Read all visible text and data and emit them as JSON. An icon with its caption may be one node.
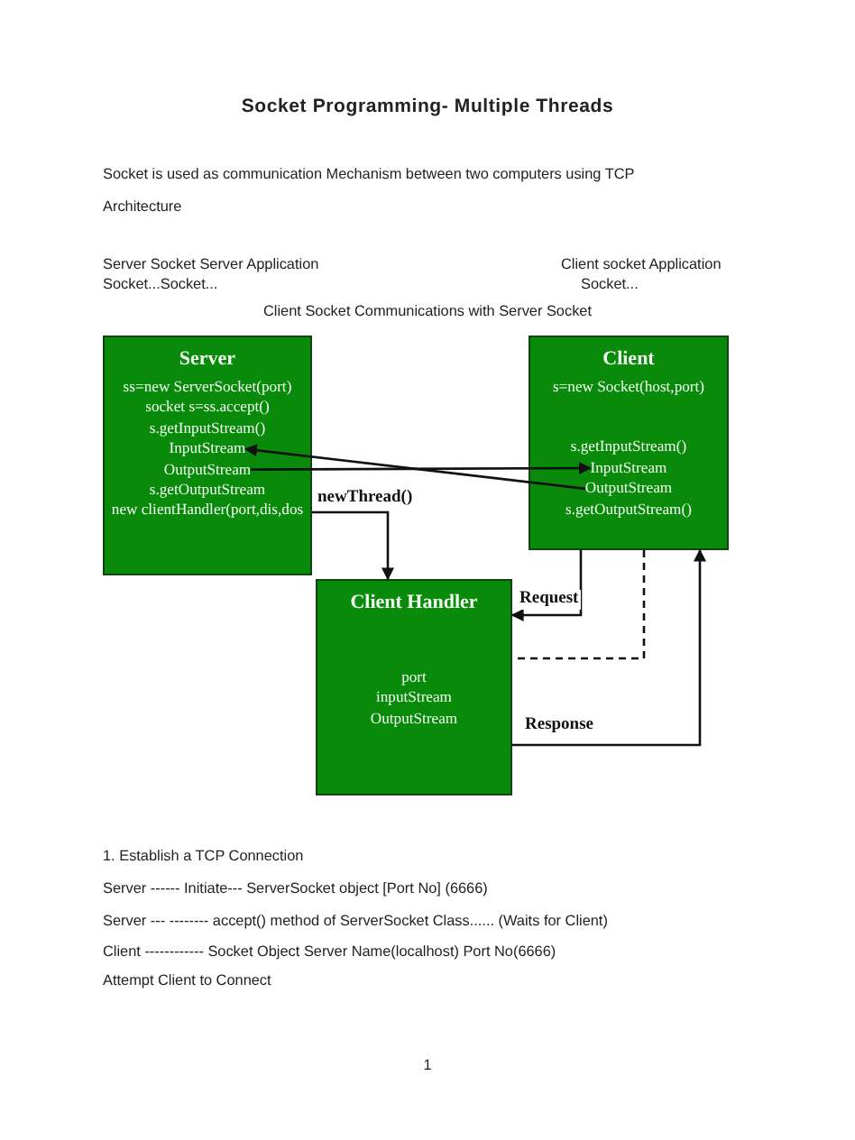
{
  "diagram": {
    "title": "Socket Programming- Multiple Threads",
    "nodes": [
      {
        "text": [
          "Server",
          "ss=new ServerSocket(port)",
          "socket s=ss.accept()",
          "s.getInputStream()",
          "s.getOutputStream",
          "new clientHandler(port,dis,dos"
        ]
      },
      {
        "text": [
          "InputStream"
        ],
        "in": 0
      },
      {
        "text": [
          "OutputStream"
        ],
        "in": 0
      },
      {
        "text": [
          "Client",
          "s=new Socket(host,port)",
          "s.getInputStream()",
          "s.getOutputStream()"
        ]
      },
      {
        "text": [
          "InputStream"
        ],
        "in": 3
      },
      {
        "text": [
          "OutputStream"
        ],
        "in": 3
      },
      {
        "text": [
          "Client Handler",
          "port",
          "inputStream",
          "OutputStream"
        ]
      }
    ],
    "edges": [
      {
        "from": 2,
        "to": 4,
        "arrow": "to"
      },
      {
        "from": 5,
        "to": 1,
        "arrow": "to"
      },
      {
        "from": 0,
        "to": 6,
        "arrow": "to",
        "label": "newThread()"
      },
      {
        "from": 3,
        "to": 6,
        "arrow": "to",
        "label": "Request"
      },
      {
        "from": 3,
        "to": 6,
        "arrow": "none",
        "style": "dashed"
      },
      {
        "from": 6,
        "to": 3,
        "arrow": "to",
        "label": "Response"
      }
    ],
    "labels": [
      "Socket is used as communication Mechanism between two computers using TCP Architecture",
      "Server Socket Server Application",
      "Client socket Application",
      "Socket...Socket...",
      "Socket...",
      "Client Socket Communications with Server Socket",
      "1. Establish a  TCP Connection",
      "Server    ------     Initiate--- ServerSocket object [Port No] (6666)",
      "Server --- -------- accept() method of ServerSocket Class...... (Waits for Client)",
      "Client ------------ Socket Object  Server Name(localhost) Port No(6666)",
      "Attempt Client to Connect",
      "1"
    ]
  }
}
